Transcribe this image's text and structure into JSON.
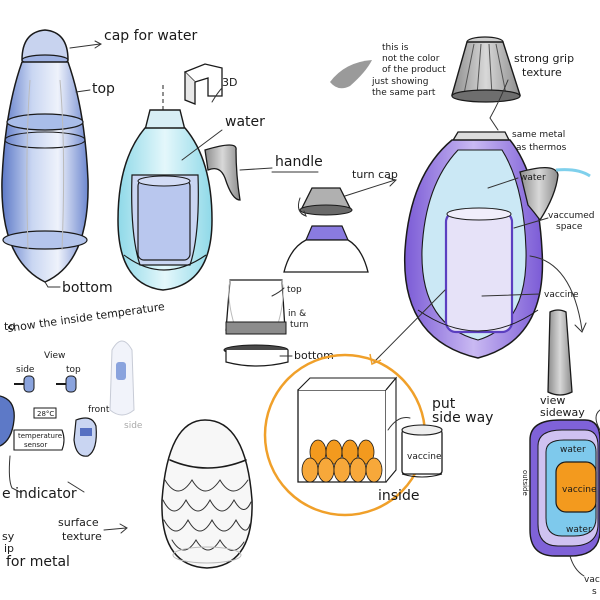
{
  "labels": {
    "cap_for_water": "cap for water",
    "top": "top",
    "bottom": "bottom",
    "three_d": "3D",
    "water": "water",
    "handle": "handle",
    "turn_cap": "turn cap",
    "color_note_1": "this is",
    "color_note_2": "not the color",
    "color_note_3": "of the product",
    "color_note_4": "just showing",
    "color_note_5": "the same part",
    "strong_grip_1": "strong grip",
    "strong_grip_2": "texture",
    "same_metal_1": "same metal",
    "same_metal_2": "as thermos",
    "water_right": "water",
    "vaccumed_1": "vaccumed",
    "vaccumed_2": "space",
    "vaccine": "vaccine",
    "top_small": "top",
    "in_turn_1": "in &",
    "in_turn_2": "turn",
    "bottom_small": "bottom",
    "to_show_1": "to",
    "to_show_2": "show the inside temperature",
    "view": "View",
    "side": "side",
    "top_view": "top",
    "front": "front",
    "side_ghost": "side",
    "temp_reading": "28°C",
    "temp_sensor_1": "temperature",
    "temp_sensor_2": "sensor",
    "indicator": "e indicator",
    "surface_1": "surface",
    "surface_2": "texture",
    "easy_1": "sy",
    "easy_2": "ip",
    "for_metal": "for metal",
    "put_1": "put",
    "put_2": "side way",
    "vaccine_box": "vaccine",
    "inside": "inside",
    "view_sideway_1": "view",
    "view_sideway_2": "sideway",
    "section_water_top": "water",
    "section_vaccine": "vaccine",
    "section_water_bottom": "water",
    "section_outside": "outside",
    "section_vac_1": "vac",
    "section_vac_2": "s"
  }
}
